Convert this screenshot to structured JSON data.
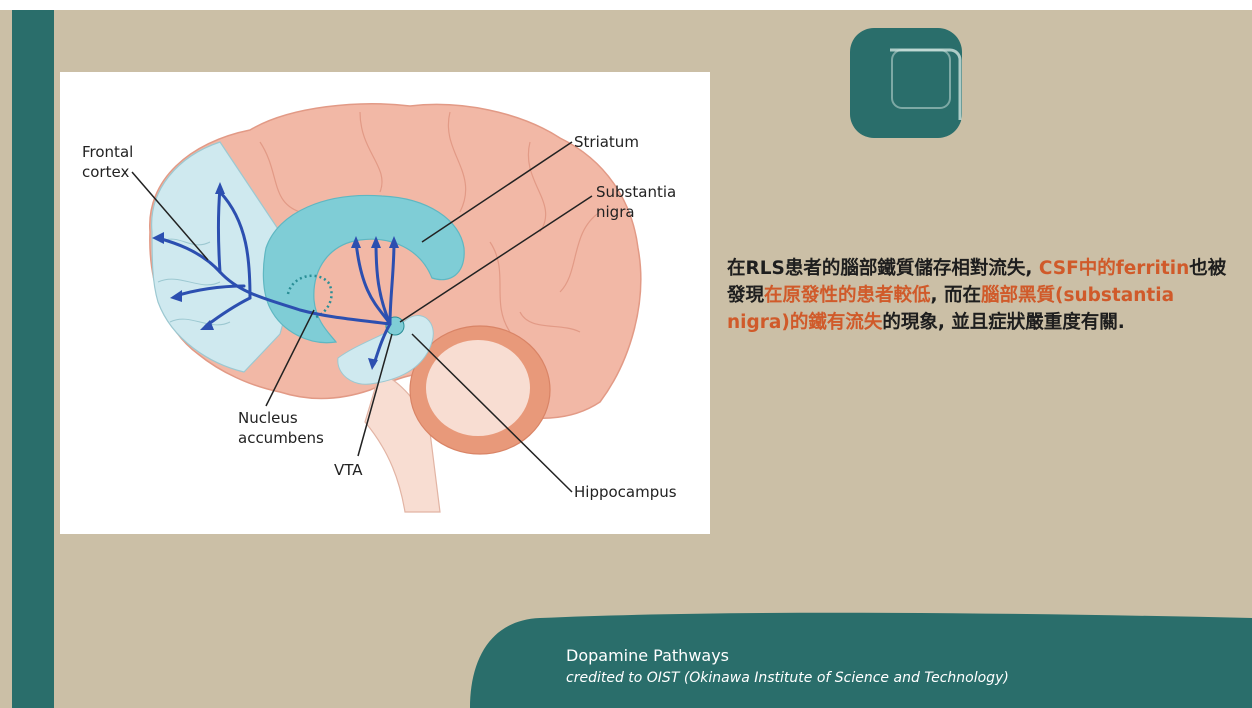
{
  "diagram": {
    "labels": {
      "frontal_cortex": [
        "Frontal",
        "cortex"
      ],
      "striatum": "Striatum",
      "substantia_nigra": [
        "Substantia",
        "nigra"
      ],
      "nucleus_accumbens": [
        "Nucleus",
        "accumbens"
      ],
      "vta": "VTA",
      "hippocampus": "Hippocampus"
    }
  },
  "note": {
    "segments": [
      {
        "text": "在RLS患者的腦部鐵質儲存相對流失, ",
        "highlight": false
      },
      {
        "text": "CSF中的ferritin",
        "highlight": true
      },
      {
        "text": "也被發現",
        "highlight": false
      },
      {
        "text": "在原發性的患者較低",
        "highlight": true
      },
      {
        "text": ", 而在",
        "highlight": false
      },
      {
        "text": "腦部黑質(substantia nigra)的鐵有流失",
        "highlight": true
      },
      {
        "text": "的現象, 並且症狀嚴重度有關.",
        "highlight": false
      }
    ]
  },
  "caption": {
    "title": "Dopamine Pathways",
    "credit": "credited to OIST (Okinawa Institute of Science and Technology)"
  },
  "colors": {
    "background": "#cbbfa6",
    "teal": "#2a6e6b",
    "highlight": "#d05a2a",
    "cortex": "#f2b8a6",
    "light_blue": "#cfe9ef",
    "striatum": "#7fcdd6",
    "pathway": "#2c4fb0"
  }
}
